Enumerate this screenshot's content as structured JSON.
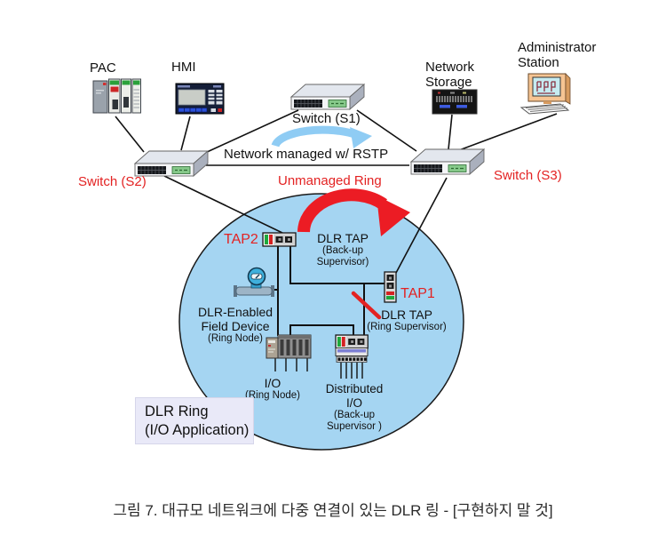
{
  "colors": {
    "ring_fill": "#a5d5f2",
    "accent_red": "#e32222",
    "rstp_arrow_blue": "#8fccf4",
    "ring_arrow_red": "#ec1c24",
    "label_box_fill": "#e9e9f8"
  },
  "icons": {
    "pac": "plc-rack-icon",
    "hmi": "hmi-panel-icon",
    "switch": "ethernet-switch-icon",
    "network_storage": "storage-rack-icon",
    "admin_station": "desktop-computer-icon",
    "tap": "dlr-tap-module-icon",
    "field_device": "field-transmitter-valve-icon",
    "io": "io-rack-icon",
    "distributed_io": "distributed-io-icon",
    "rstp_arrow": "curved-arrow-icon",
    "ring_arrow": "curved-arrow-icon",
    "broken_link": "red-slash-marker"
  },
  "nodes": {
    "pac": {
      "label": "PAC"
    },
    "hmi": {
      "label": "HMI"
    },
    "switch_s1": {
      "label": "Switch (S1)"
    },
    "switch_s2": {
      "label": "Switch (S2)"
    },
    "switch_s3": {
      "label": "Switch (S3)"
    },
    "network_storage": {
      "line1": "Network",
      "line2": "Storage"
    },
    "admin_station": {
      "line1": "Administrator",
      "line2": "Station"
    },
    "tap2": {
      "label": "TAP2"
    },
    "tap1": {
      "label": "TAP1"
    },
    "dlr_tap_backup": {
      "title": "DLR TAP",
      "sub1": "(Back-up",
      "sub2": "Supervisor)"
    },
    "dlr_tap_ring": {
      "title": "DLR TAP",
      "sub": "(Ring Supervisor)"
    },
    "field_device": {
      "line1": "DLR-Enabled",
      "line2": "Field Device",
      "sub": "(Ring Node)"
    },
    "io": {
      "title": "I/O",
      "sub": "(Ring Node)"
    },
    "distributed_io": {
      "line1": "Distributed",
      "line2": "I/O",
      "sub1": "(Back-up",
      "sub2": "Supervisor )"
    }
  },
  "annotations": {
    "network_managed": "Network managed w/ RSTP",
    "unmanaged_ring": "Unmanaged Ring",
    "dlr_ring_line1": "DLR Ring",
    "dlr_ring_line2": "(I/O Application)"
  },
  "caption": "그림 7. 대규모 네트워크에 다중 연결이 있는 DLR 링 - [구현하지 말 것]"
}
